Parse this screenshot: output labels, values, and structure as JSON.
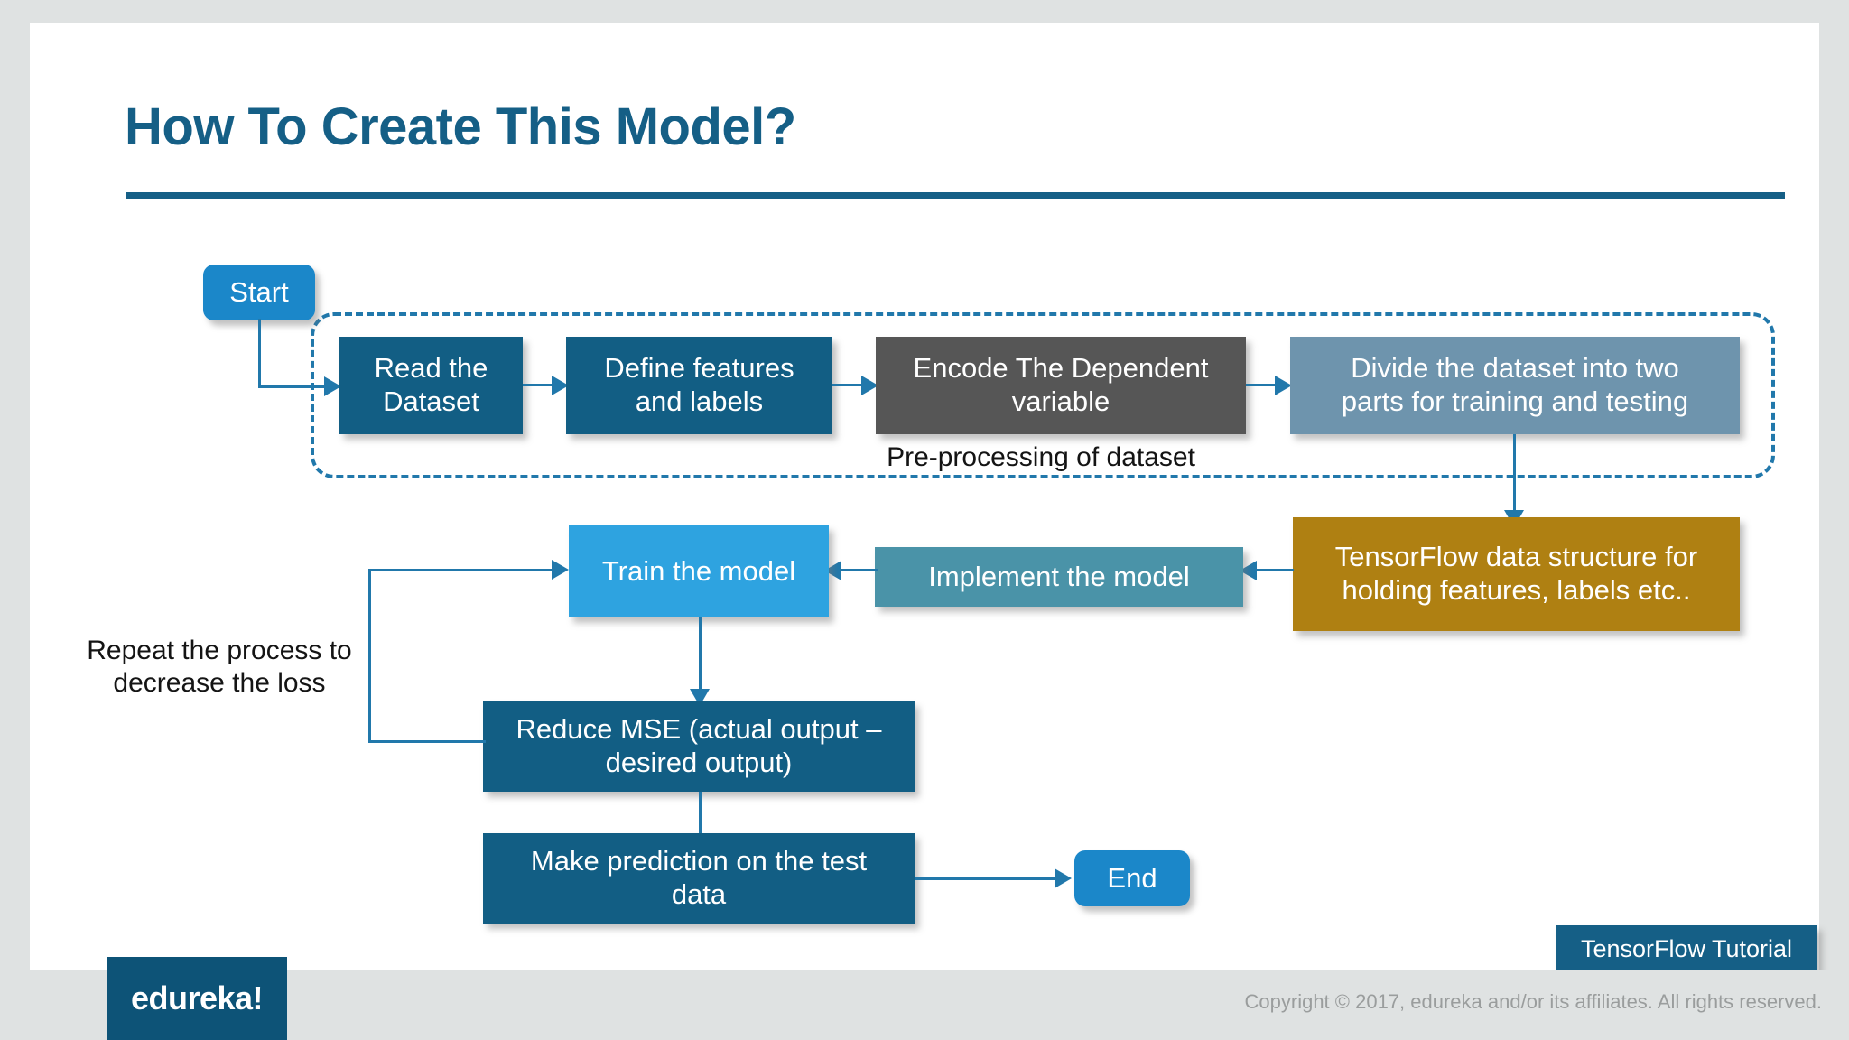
{
  "slide": {
    "title": "How To Create This Model?",
    "tutorial_badge": "TensorFlow Tutorial"
  },
  "footer": {
    "brand": "edureka!",
    "copyright": "Copyright © 2017, edureka and/or its affiliates. All rights reserved."
  },
  "diagram": {
    "group_label": "Pre-processing of dataset",
    "loop_label": "Repeat the process to\ndecrease the loss",
    "nodes": {
      "start": "Start",
      "read_dataset": "Read the\nDataset",
      "define_features": "Define features\nand labels",
      "encode_dependent": "Encode The Dependent\nvariable",
      "divide_dataset": "Divide the dataset into two\nparts for training and testing",
      "tensorflow_structure": "TensorFlow data structure for\nholding features, labels etc..",
      "implement_model": "Implement the model",
      "train_model": "Train the model",
      "reduce_mse": "Reduce MSE (actual output –\ndesired output)",
      "make_prediction": "Make prediction on the test\ndata",
      "end": "End"
    },
    "colors": {
      "start_end": "#1B87C9",
      "dark_blue": "#125E84",
      "gray": "#565656",
      "steel_blue": "#6E94AD",
      "gold": "#AF8012",
      "teal": "#4A93A8",
      "bright_blue": "#2EA3E0",
      "connector": "#2178ab",
      "title": "#155f86"
    }
  }
}
